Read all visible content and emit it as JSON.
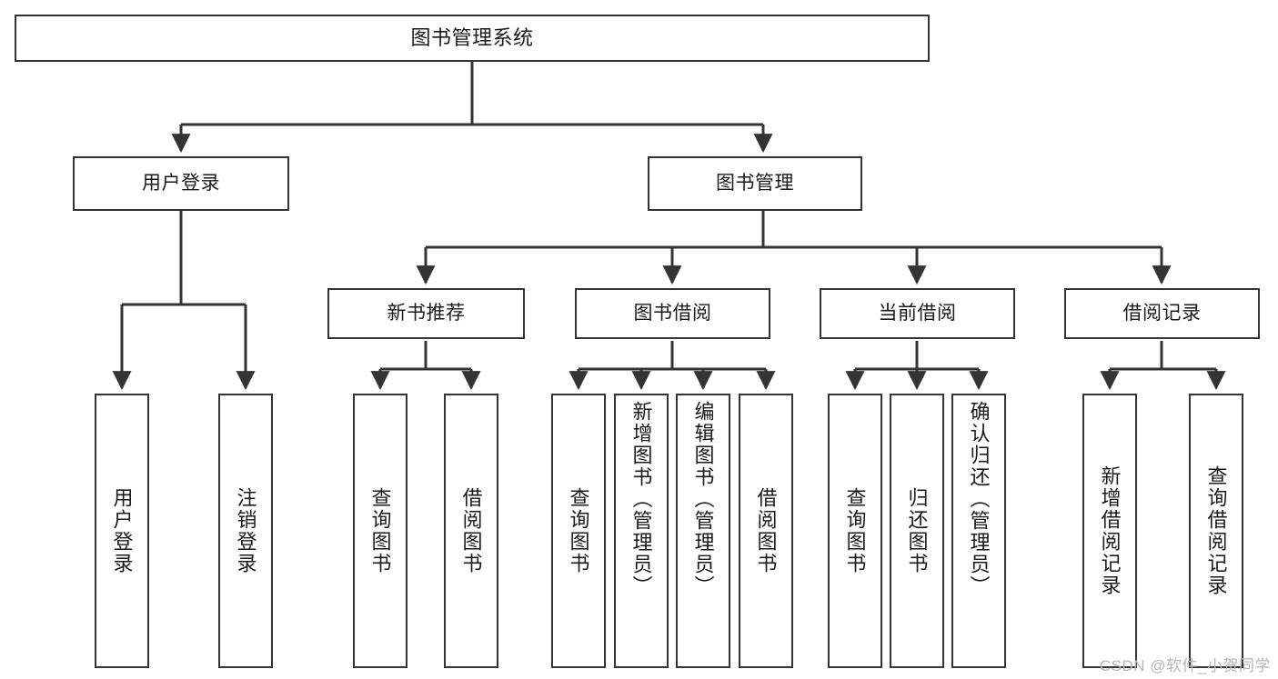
{
  "diagram": {
    "title": "图书管理系统",
    "type": "hierarchy-tree",
    "colors": {
      "background": "#ffffff",
      "border": "#343434",
      "text": "#1a1a1a",
      "watermark": "#b6b6b6"
    },
    "levels": {
      "root": "图书管理系统",
      "level2": [
        "用户登录",
        "图书管理"
      ],
      "level3": [
        "新书推荐",
        "图书借阅",
        "当前借阅",
        "借阅记录"
      ]
    },
    "nodes": {
      "root": {
        "label": "图书管理系统"
      },
      "user_login": {
        "label": "用户登录"
      },
      "book_manage": {
        "label": "图书管理"
      },
      "new_book_rec": {
        "label": "新书推荐"
      },
      "book_borrow": {
        "label": "图书借阅"
      },
      "current_borrow": {
        "label": "当前借阅"
      },
      "borrow_record": {
        "label": "借阅记录"
      },
      "leaf_user_login": {
        "label": "用户登录"
      },
      "leaf_user_logout": {
        "label": "注销登录"
      },
      "leaf_rec_query": {
        "label": "查询图书"
      },
      "leaf_rec_borrow": {
        "label": "借阅图书"
      },
      "leaf_borrow_query": {
        "label": "查询图书"
      },
      "leaf_borrow_add": {
        "label": "新增图书（管理员）"
      },
      "leaf_borrow_edit": {
        "label": "编辑图书（管理员）"
      },
      "leaf_borrow_lend": {
        "label": "借阅图书"
      },
      "leaf_cur_query": {
        "label": "查询图书"
      },
      "leaf_cur_return": {
        "label": "归还图书"
      },
      "leaf_cur_confirm": {
        "label": "确认归还（管理员）"
      },
      "leaf_rec_add": {
        "label": "新增借阅记录"
      },
      "leaf_rec_search": {
        "label": "查询借阅记录"
      }
    },
    "edges": [
      {
        "from": "root",
        "to": "user_login"
      },
      {
        "from": "root",
        "to": "book_manage"
      },
      {
        "from": "user_login",
        "to": "leaf_user_login"
      },
      {
        "from": "user_login",
        "to": "leaf_user_logout"
      },
      {
        "from": "book_manage",
        "to": "new_book_rec"
      },
      {
        "from": "book_manage",
        "to": "book_borrow"
      },
      {
        "from": "book_manage",
        "to": "current_borrow"
      },
      {
        "from": "book_manage",
        "to": "borrow_record"
      },
      {
        "from": "new_book_rec",
        "to": "leaf_rec_query"
      },
      {
        "from": "new_book_rec",
        "to": "leaf_rec_borrow"
      },
      {
        "from": "book_borrow",
        "to": "leaf_borrow_query"
      },
      {
        "from": "book_borrow",
        "to": "leaf_borrow_add"
      },
      {
        "from": "book_borrow",
        "to": "leaf_borrow_edit"
      },
      {
        "from": "book_borrow",
        "to": "leaf_borrow_lend"
      },
      {
        "from": "current_borrow",
        "to": "leaf_cur_query"
      },
      {
        "from": "current_borrow",
        "to": "leaf_cur_return"
      },
      {
        "from": "current_borrow",
        "to": "leaf_cur_confirm"
      },
      {
        "from": "borrow_record",
        "to": "leaf_rec_add"
      },
      {
        "from": "borrow_record",
        "to": "leaf_rec_search"
      }
    ],
    "watermark": "CSDN @软件_小贺同学"
  }
}
